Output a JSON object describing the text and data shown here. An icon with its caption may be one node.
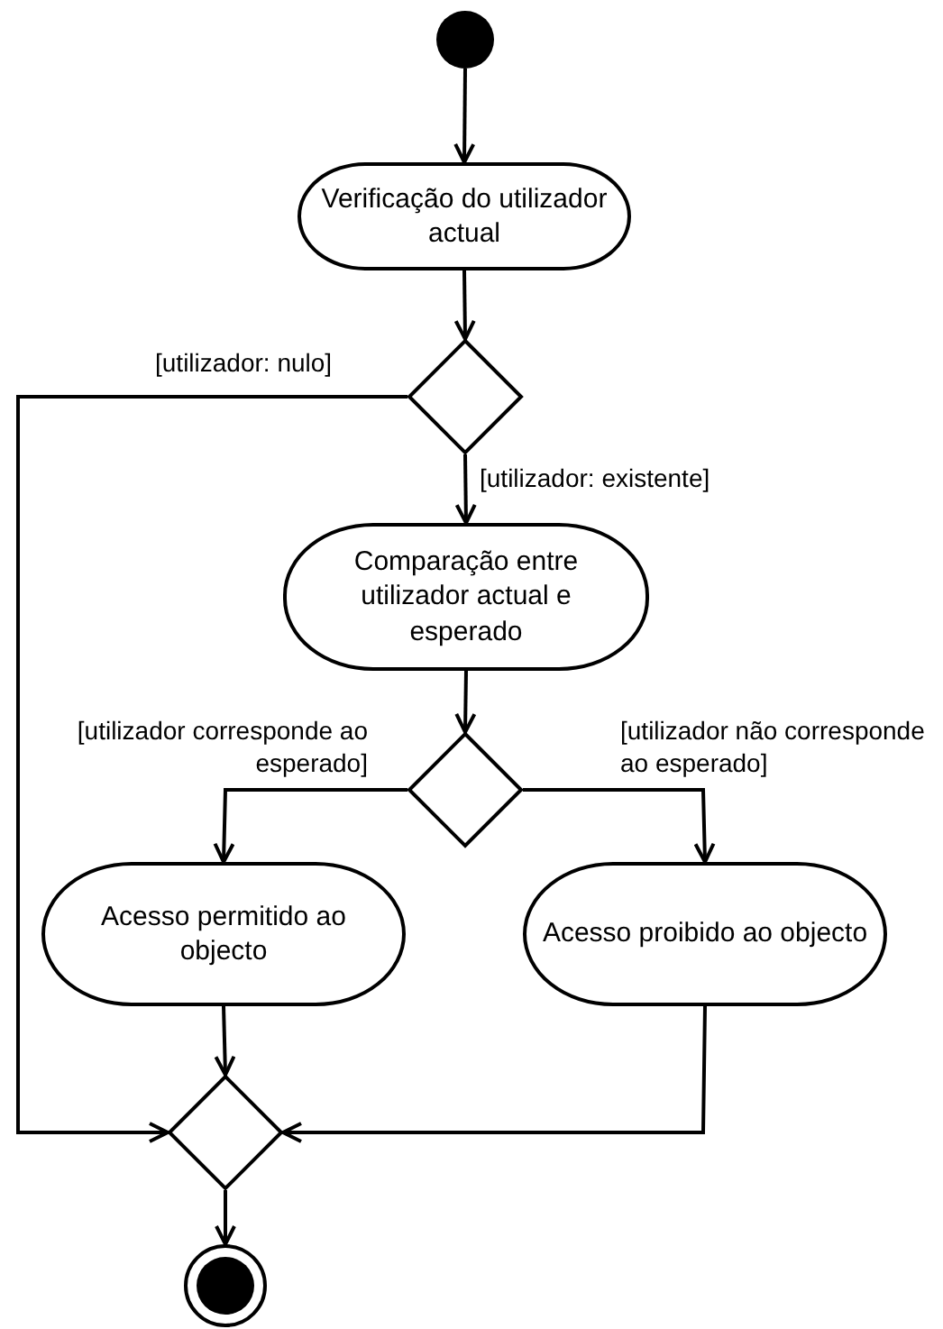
{
  "diagram": {
    "nodes": [
      {
        "text": [],
        "shape": "circle"
      },
      {
        "text": [
          "Verificação do utilizador actual"
        ]
      },
      {
        "text": [],
        "shape": "diamond"
      },
      {
        "text": [
          "Comparação entre utilizador actual e esperado"
        ]
      },
      {
        "text": [],
        "shape": "diamond"
      },
      {
        "text": [
          "Acesso permitido ao objecto"
        ]
      },
      {
        "text": [
          "Acesso proibido ao objecto"
        ]
      },
      {
        "text": [],
        "shape": "diamond"
      },
      {
        "text": [],
        "shape": "bullseye"
      }
    ],
    "edges": [
      {
        "from": 0,
        "to": 1,
        "arrow": "to"
      },
      {
        "from": 1,
        "to": 2,
        "arrow": "to"
      },
      {
        "from": 2,
        "to": 7,
        "arrow": "to",
        "label": "[utilizador: nulo]"
      },
      {
        "from": 2,
        "to": 3,
        "arrow": "to",
        "label": "[utilizador: existente]"
      },
      {
        "from": 3,
        "to": 4,
        "arrow": "to"
      },
      {
        "from": 4,
        "to": 5,
        "arrow": "to",
        "label": "[utilizador corresponde ao esperado]"
      },
      {
        "from": 4,
        "to": 6,
        "arrow": "to",
        "label": "[utilizador não corresponde ao esperado]"
      },
      {
        "from": 5,
        "to": 7,
        "arrow": "to"
      },
      {
        "from": 6,
        "to": 7,
        "arrow": "to"
      },
      {
        "from": 7,
        "to": 8,
        "arrow": "to"
      }
    ]
  }
}
